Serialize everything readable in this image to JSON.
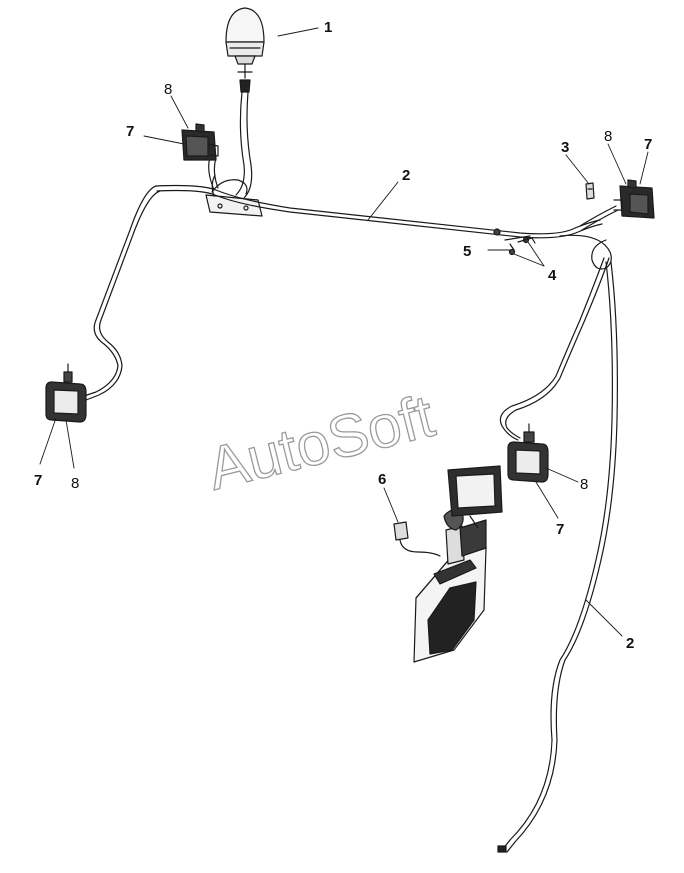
{
  "watermark": "AutoSoft",
  "callouts": {
    "beacon": "1",
    "harness_top": "2",
    "harness_right": "2",
    "fuse_3": "3",
    "clip_4": "4",
    "clip_5": "5",
    "connector_6": "6",
    "lamp_tl_7": "7",
    "lamp_tl_8": "8",
    "lamp_tr_8": "8",
    "lamp_tr_7": "7",
    "lamp_l_7": "7",
    "lamp_l_8": "8",
    "lamp_r_8": "8",
    "lamp_r_7": "7"
  }
}
